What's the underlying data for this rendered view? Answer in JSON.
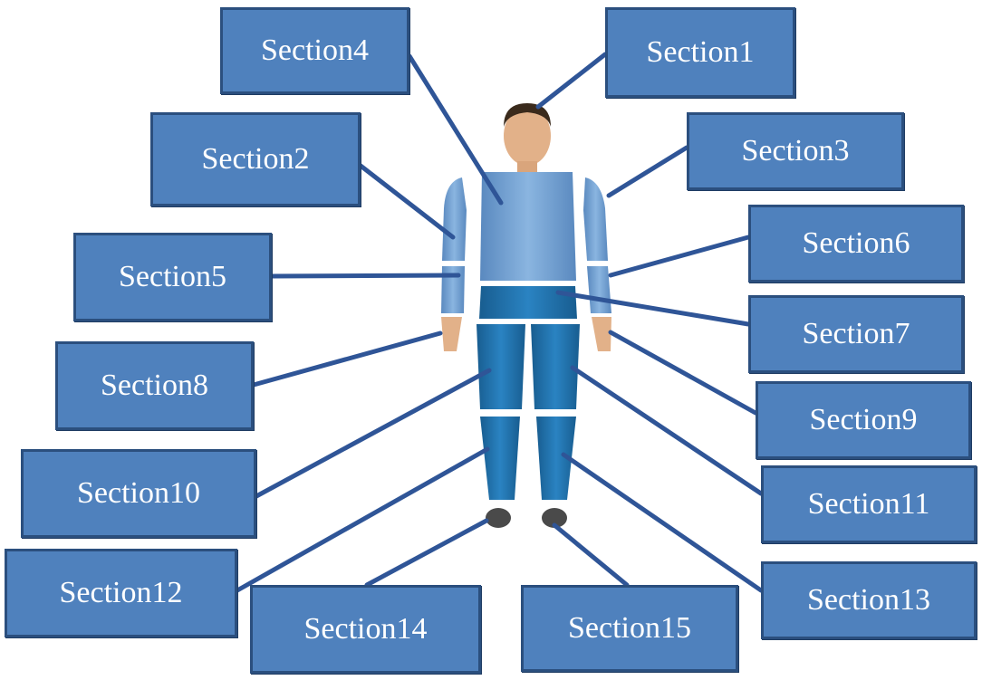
{
  "sections": [
    {
      "id": "s1",
      "label": "Section1"
    },
    {
      "id": "s2",
      "label": "Section2"
    },
    {
      "id": "s3",
      "label": "Section3"
    },
    {
      "id": "s4",
      "label": "Section4"
    },
    {
      "id": "s5",
      "label": "Section5"
    },
    {
      "id": "s6",
      "label": "Section6"
    },
    {
      "id": "s7",
      "label": "Section7"
    },
    {
      "id": "s8",
      "label": "Section8"
    },
    {
      "id": "s9",
      "label": "Section9"
    },
    {
      "id": "s10",
      "label": "Section10"
    },
    {
      "id": "s11",
      "label": "Section11"
    },
    {
      "id": "s12",
      "label": "Section12"
    },
    {
      "id": "s13",
      "label": "Section13"
    },
    {
      "id": "s14",
      "label": "Section14"
    },
    {
      "id": "s15",
      "label": "Section15"
    }
  ],
  "colors": {
    "box_fill": "#4f81bd",
    "box_border": "#2b4f7e",
    "connector": "#2f5597",
    "shirt": "#6f9fd0",
    "pants": "#1f6ea8",
    "skin": "#e8b98f",
    "hair": "#3a2a1c",
    "shoe": "#4a4a4a"
  }
}
